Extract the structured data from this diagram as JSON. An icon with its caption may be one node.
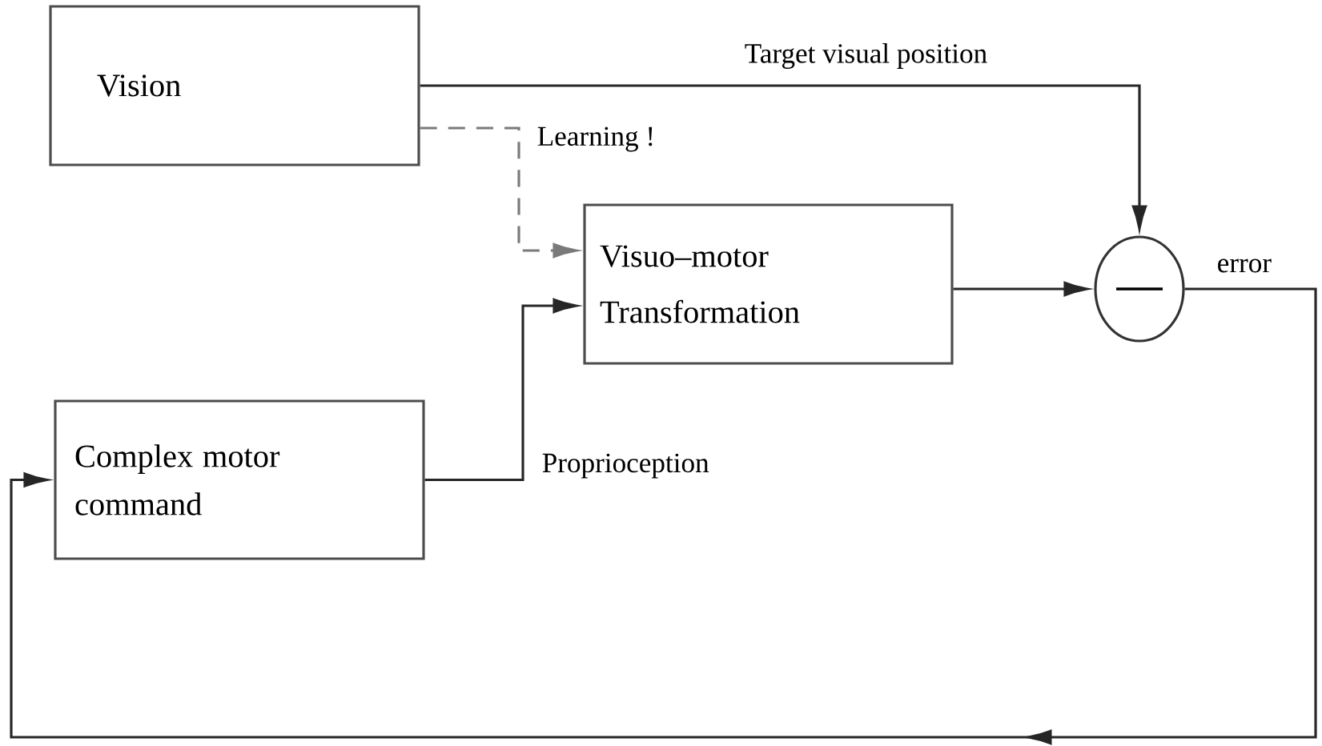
{
  "diagram": {
    "nodes": [
      {
        "text": [
          "Vision"
        ]
      },
      {
        "text": [
          "Visuo–motor Transformation"
        ]
      },
      {
        "text": [],
        "shape": "circle"
      },
      {
        "text": [
          "Complex motor command"
        ]
      }
    ],
    "edges": [
      {
        "from": 0,
        "to": 2,
        "arrow": "to",
        "label": "Target visual position"
      },
      {
        "from": 0,
        "to": 1,
        "arrow": "to",
        "label": "Learning !",
        "style": "dashed",
        "color": "#7a7a7a"
      },
      {
        "from": 3,
        "to": 1,
        "arrow": "to",
        "label": "Proprioception"
      },
      {
        "from": 1,
        "to": 2,
        "arrow": "to"
      },
      {
        "from": 2,
        "to": 3,
        "arrow": "to",
        "label": "error"
      }
    ]
  }
}
